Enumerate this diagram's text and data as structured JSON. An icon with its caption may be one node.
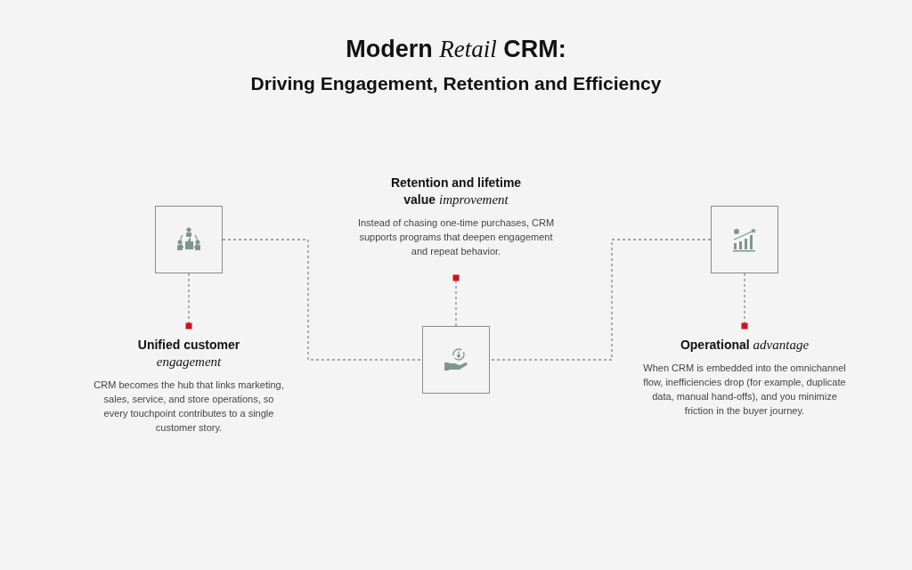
{
  "diagram": {
    "title": "Modern *Retail* CRM:",
    "nodes": [
      {
        "text": [],
        "shape": "box"
      },
      {
        "text": [],
        "shape": "box"
      },
      {
        "text": [],
        "shape": "box"
      },
      {
        "text": [
          "Unified customer *engagement*",
          "CRM becomes the hub that links marketing, sales, service, and store operations, so every touchpoint contributes to a single customer story."
        ]
      },
      {
        "text": [
          "Retention and lifetime value *improvement*",
          "Instead of chasing one-time purchases, CRM supports programs that deepen engagement and repeat behavior."
        ]
      },
      {
        "text": [
          "Operational *advantage*",
          "When CRM is embedded into the omnichannel flow, inefficiencies drop (for example, duplicate data, manual hand-offs), and you minimize friction in the buyer journey."
        ]
      }
    ],
    "edges": [
      {
        "from": 0,
        "to": 1,
        "arrow": "none",
        "style": "dashed"
      },
      {
        "from": 2,
        "to": 1,
        "arrow": "none",
        "style": "dashed"
      },
      {
        "from": 0,
        "to": 3,
        "arrow": "other",
        "style": "dashed"
      },
      {
        "from": 1,
        "to": 4,
        "arrow": "other",
        "style": "dashed"
      },
      {
        "from": 2,
        "to": 5,
        "arrow": "other",
        "style": "dashed"
      }
    ],
    "labels": [
      "Driving Engagement, Retention and Efficiency"
    ]
  }
}
